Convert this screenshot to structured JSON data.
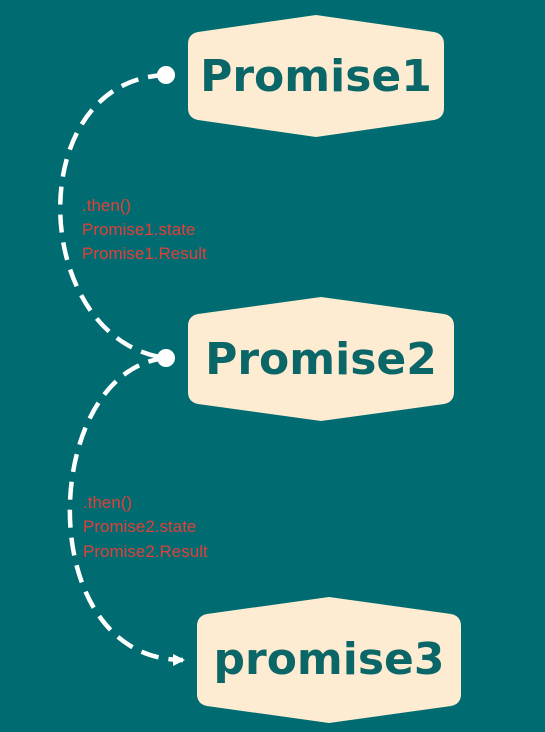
{
  "colors": {
    "background": "#006b70",
    "node_fill": "#fdecd2",
    "node_text": "#0b6668",
    "connector": "#ffffff",
    "annotation_text": "#e0403a"
  },
  "nodes": [
    {
      "label": "Promise1"
    },
    {
      "label": "Promise2"
    },
    {
      "label": "promise3"
    }
  ],
  "annotations": [
    {
      "lines": [
        ".then()",
        "Promise1.state",
        "Promise1.Result"
      ]
    },
    {
      "lines": [
        ".then()",
        "Promise2.state",
        "Promise2.Result"
      ]
    }
  ]
}
